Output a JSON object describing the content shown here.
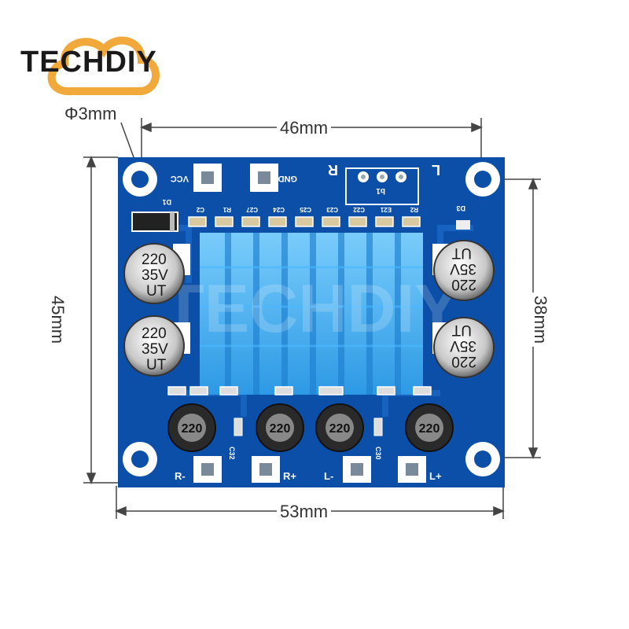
{
  "brand": {
    "name": "TECHDIY",
    "accent": "#f2a93b"
  },
  "dimensions": {
    "hole": "Φ3mm",
    "hole_spacing": "46mm",
    "board_width": "53mm",
    "board_height": "45mm",
    "hole_vertical": "38mm"
  },
  "board": {
    "color": "#0b4fa8",
    "terminals": {
      "vcc": "VCC",
      "gnd": "GND"
    },
    "channels": {
      "right": "R",
      "left": "L"
    },
    "potentiometer": "b1",
    "diode": "D1",
    "diode3": "D3",
    "parts_top": [
      "C2",
      "R1",
      "C27",
      "C24",
      "C25",
      "C23",
      "C22",
      "E21",
      "R2"
    ],
    "capacitors": [
      {
        "line1": "220",
        "line2": "35V",
        "line3": "UT"
      },
      {
        "line1": "220",
        "line2": "35V",
        "line3": "UT"
      },
      {
        "line1": "220",
        "line2": "35V",
        "line3": "UT"
      },
      {
        "line1": "220",
        "line2": "35V",
        "line3": "UT"
      }
    ],
    "inductors": [
      "220",
      "220",
      "220",
      "220"
    ],
    "outputs": [
      "R-",
      "R+",
      "L-",
      "L+"
    ],
    "small_labels": [
      "C32",
      "C30"
    ]
  },
  "watermark": "TECHDIY"
}
